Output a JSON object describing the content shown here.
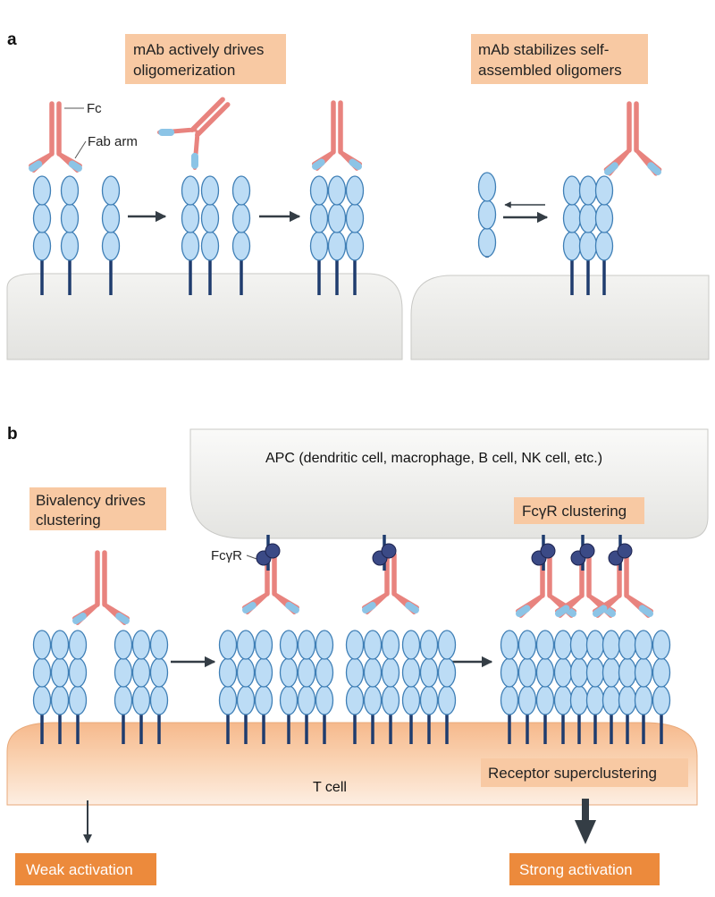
{
  "panel_a": {
    "letter": "a",
    "left_box": [
      "mAb actively drives",
      "oligomerization"
    ],
    "right_box": [
      "mAb stabilizes self-",
      "assembled oligomers"
    ],
    "label_fc": "Fc",
    "label_fab": "Fab arm"
  },
  "panel_b": {
    "letter": "b",
    "apc_label": "APC (dendritic cell, macrophage, B cell, NK cell, etc.)",
    "bivalency_box": [
      "Bivalency drives",
      "clustering"
    ],
    "fcgr_clustering_box": "FcγR clustering",
    "fcgr_label": "FcγR",
    "receptor_box": "Receptor superclustering",
    "tcell_label": "T cell",
    "weak_label": "Weak activation",
    "strong_label": "Strong activation"
  },
  "colors": {
    "antibody": "#e8837e",
    "antibody_dark": "#c0625e",
    "fab_tip": "#8cc4e6",
    "receptor": "#bcdcf5",
    "receptor_stroke": "#3f7fb6",
    "stem": "#1f3c6e",
    "fcgr": "#3b4a86",
    "label_box": "#f8c9a3",
    "activation_box": "#ec8a3c",
    "cell_grey": "#eeeeec",
    "tcell": "#f8c49b",
    "arrow": "#343d45"
  },
  "icons": [
    "antibody-icon",
    "receptor-icon",
    "fcgr-icon"
  ]
}
